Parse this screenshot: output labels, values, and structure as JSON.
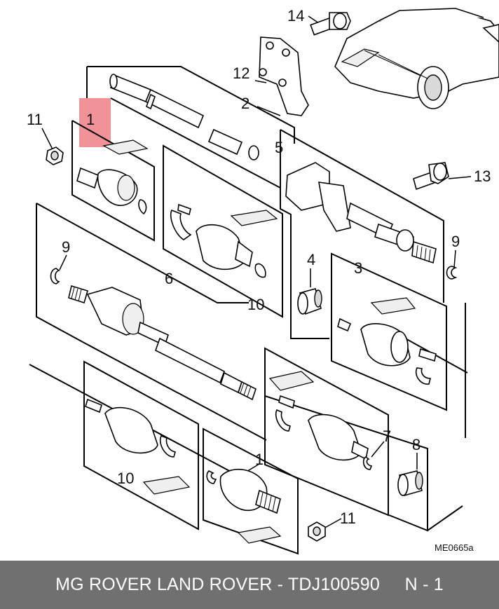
{
  "diagram": {
    "callouts": {
      "c1a": "1",
      "c1b": "1",
      "c2": "2",
      "c3": "3",
      "c4": "4",
      "c5": "5",
      "c6": "6",
      "c7": "7",
      "c8": "8",
      "c9a": "9",
      "c9b": "9",
      "c10a": "10",
      "c10b": "10",
      "c11a": "11",
      "c11b": "11",
      "c12": "12",
      "c13": "13",
      "c14": "14"
    },
    "reference_code": "ME0665a"
  },
  "footer": {
    "text": "MG ROVER LAND ROVER - TDJ100590     N - 1"
  },
  "colors": {
    "footer_bg": "#707070",
    "highlight": "#ee7f86"
  }
}
